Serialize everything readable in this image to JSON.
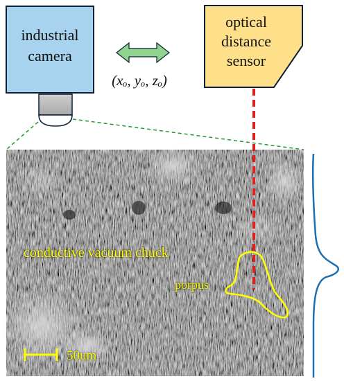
{
  "diagram": {
    "camera_label_line1": "industrial",
    "camera_label_line2": "camera",
    "sensor_label_line1": "optical",
    "sensor_label_line2": "distance",
    "sensor_label_line3": "sensor",
    "coords_label": "(xₒ, yₒ, zₒ)",
    "chuck_label": "conductive vacuum chuck",
    "porpus_label": "porpus",
    "scale_label": "50um"
  },
  "colors": {
    "camera_fill": "#a7d3ee",
    "sensor_fill": "#ffe08a",
    "arrow_fill": "#8fd48f",
    "laser_line": "#e02020",
    "fov_line": "#1f9a2a",
    "annotation": "#ffff00",
    "profile_curve": "#1c6fb0"
  }
}
